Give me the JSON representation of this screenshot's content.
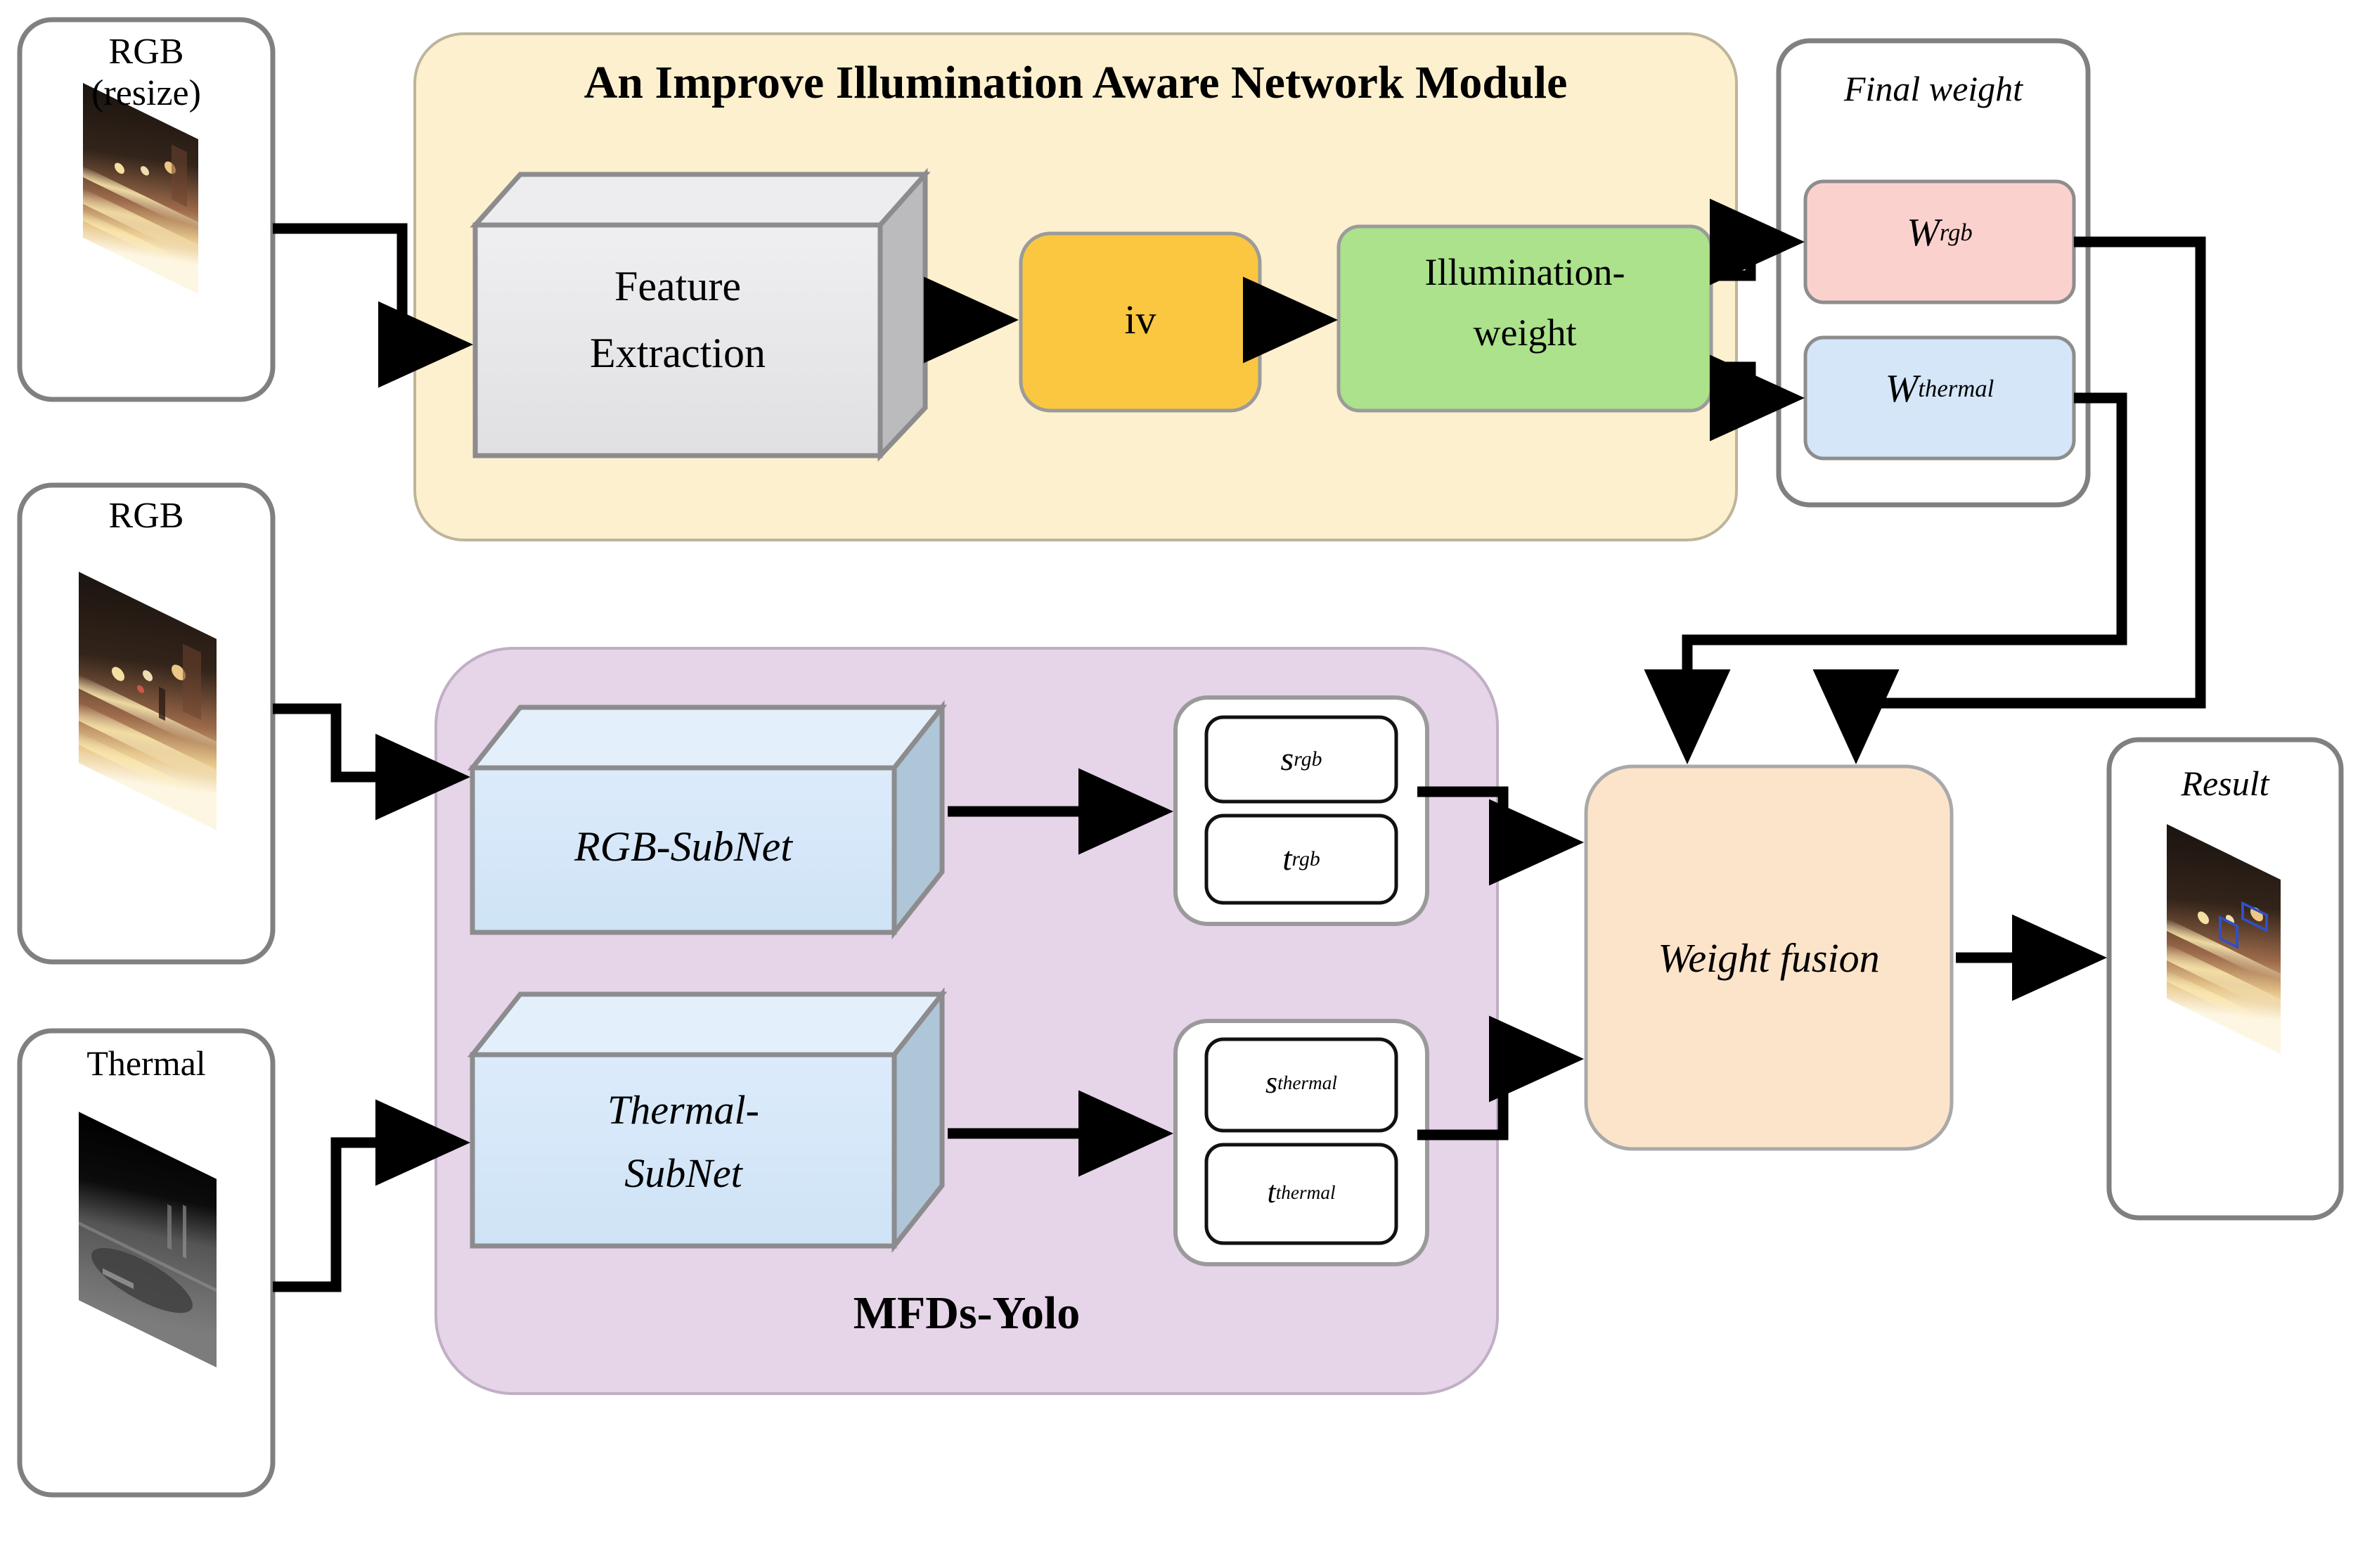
{
  "diagram": {
    "title_top_module": "An Improve Illumination Aware Network Module",
    "title_bottom_module": "MFDs-Yolo"
  },
  "inputs": [
    {
      "name": "rgb-resize",
      "label_line1": "RGB",
      "label_line2": "(resize)",
      "image": "night-street-rgb-thumbnail"
    },
    {
      "name": "rgb",
      "label_line1": "RGB",
      "label_line2": "",
      "image": "night-street-rgb-thumbnail"
    },
    {
      "name": "thermal",
      "label_line1": "Thermal",
      "label_line2": "",
      "image": "night-street-thermal-thumbnail"
    }
  ],
  "top_module": {
    "feature_extraction": "Feature\nExtraction",
    "feature_extraction_line1": "Feature",
    "feature_extraction_line2": "Extraction",
    "iv": "iv",
    "illumination_weight_line1": "Illumination-",
    "illumination_weight_line2": "weight"
  },
  "final_weight": {
    "title": "Final weight",
    "w_rgb_base": "W",
    "w_rgb_sup": "rgb",
    "w_thermal_base": "W",
    "w_thermal_sup": "thermal"
  },
  "bottom_module": {
    "rgb_subnet": "RGB-SubNet",
    "thermal_subnet_line1": "Thermal-",
    "thermal_subnet_line2": "SubNet",
    "outputs_rgb": [
      {
        "base": "s",
        "sup": "rgb"
      },
      {
        "base": "t",
        "sup": "rgb"
      }
    ],
    "outputs_thermal": [
      {
        "base": "s",
        "sup": "thermal"
      },
      {
        "base": "t",
        "sup": "thermal"
      }
    ]
  },
  "fusion": {
    "label": "Weight fusion"
  },
  "result": {
    "label": "Result",
    "image": "night-street-result-thumbnail"
  },
  "colors": {
    "top_panel": "#FDF0CE",
    "bottom_panel": "#E6D4E9",
    "feature_box_face": "#E4E4E6",
    "feature_box_top": "#EDEDEF",
    "feature_box_side": "#B5B5B7",
    "iv_box": "#FBC640",
    "illumination_box": "#ABE28B",
    "w_rgb_box": "#FBD1CE",
    "w_thermal_box": "#D4E6F8",
    "subnet_face": "#D4E6F8",
    "subnet_top": "#E3F0FB",
    "subnet_side": "#AFC5D8",
    "fusion_box": "#FCE4CB",
    "outline": "#808080",
    "line": "#000000"
  }
}
